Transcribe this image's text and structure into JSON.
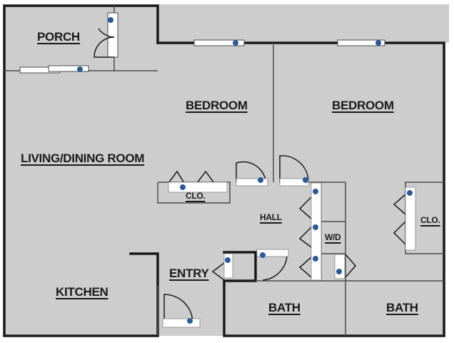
{
  "rooms": {
    "porch": "PORCH",
    "bedroom_left": "BEDROOM",
    "bedroom_right": "BEDROOM",
    "living_dining": "LIVING/DINING ROOM",
    "closet_left": "CLO.",
    "closet_right": "CLO.",
    "hall": "HALL",
    "wd": "W/D",
    "entry": "ENTRY",
    "kitchen": "KITCHEN",
    "bath_left": "BATH",
    "bath_right": "BATH"
  },
  "colors": {
    "floor": "#cdcdcd",
    "wall": "#1a1a1a",
    "marker": "#2a5a9a",
    "window": "#ffffff"
  },
  "icons": {
    "info_marker": "info-circle-icon"
  }
}
